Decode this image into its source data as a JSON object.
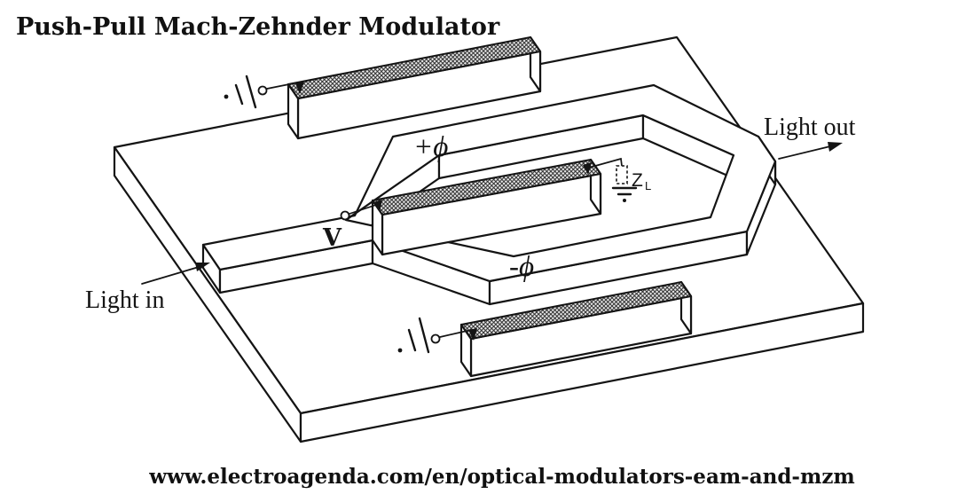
{
  "title": "Push-Pull Mach-Zehnder Modulator",
  "footer": {
    "source_url": "www.electroagenda.com/en/optical-modulators-eam-and-mzm"
  },
  "labels": {
    "light_in": "Light in",
    "light_out": "Light out",
    "phase_upper": "+ϕ",
    "phase_lower": "-ϕ",
    "drive_voltage": "V",
    "load_impedance": "Z",
    "load_impedance_sub": "L"
  },
  "colors": {
    "background": "#ffffff",
    "line": "#141414",
    "hatch_line": "#2a2a2a",
    "hatch_bg": "#ededed"
  },
  "symbols": {
    "ground": "ground-icon",
    "terminal": "open-circle-terminal",
    "load": "dashed-load-box",
    "electrode_fill": "crosshatch-pattern"
  }
}
